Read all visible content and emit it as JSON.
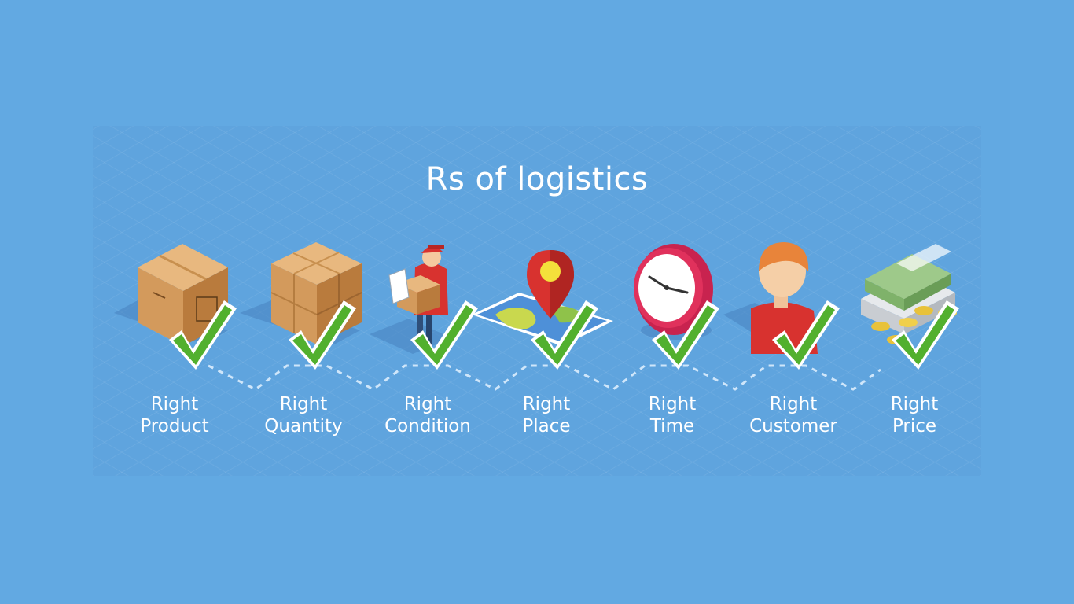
{
  "title": "Rs of logistics",
  "steps": [
    {
      "line1": "Right",
      "line2": "Product",
      "icon": "cardboard-box-icon"
    },
    {
      "line1": "Right",
      "line2": "Quantity",
      "icon": "stacked-boxes-icon"
    },
    {
      "line1": "Right",
      "line2": "Condition",
      "icon": "delivery-man-icon"
    },
    {
      "line1": "Right",
      "line2": "Place",
      "icon": "map-pin-icon"
    },
    {
      "line1": "Right",
      "line2": "Time",
      "icon": "clock-icon"
    },
    {
      "line1": "Right",
      "line2": "Customer",
      "icon": "customer-icon"
    },
    {
      "line1": "Right",
      "line2": "Price",
      "icon": "money-icon"
    }
  ],
  "colors": {
    "background": "#62a9e2",
    "checkmark": "#4cae2c",
    "text": "#ffffff"
  }
}
